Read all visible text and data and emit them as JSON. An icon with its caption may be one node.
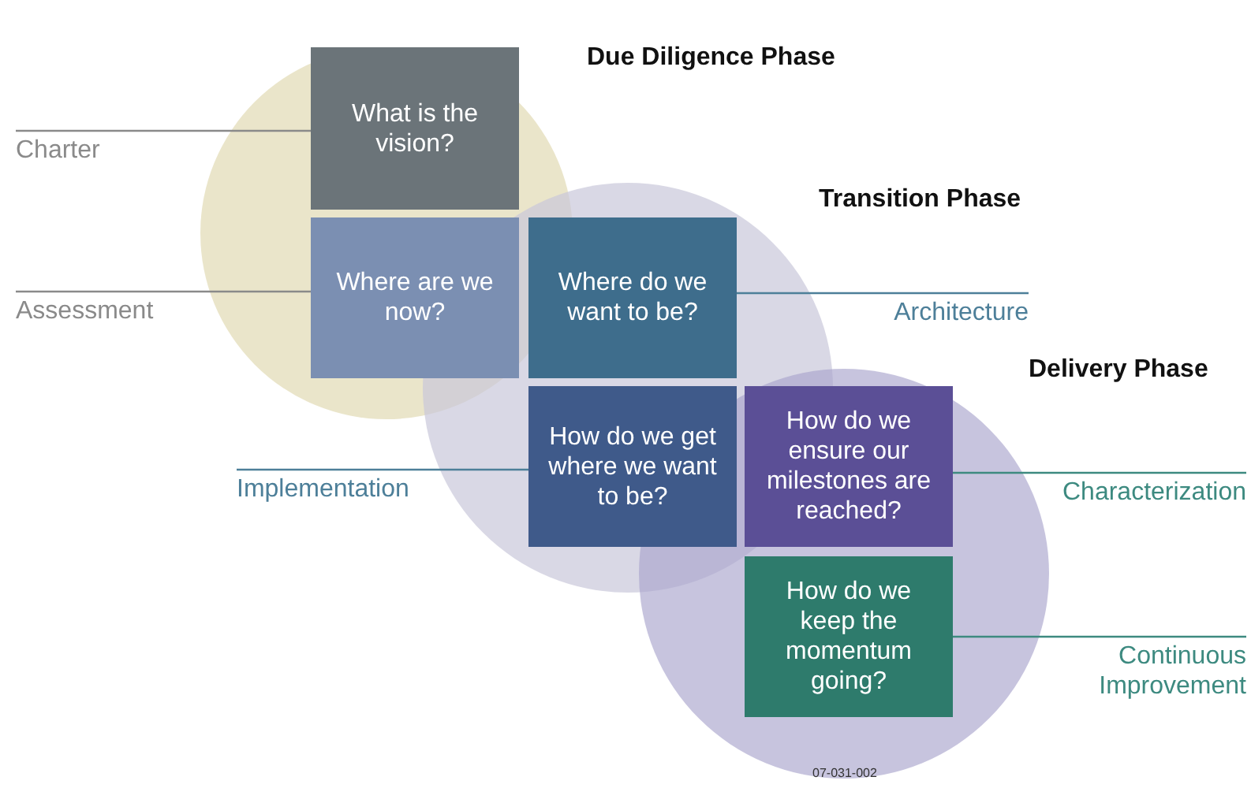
{
  "diagram": {
    "nodes": [
      {
        "text": [
          "Due Diligence Phase"
        ]
      },
      {
        "text": [
          "What is the vision?"
        ],
        "in": 0
      },
      {
        "text": [
          "Where are we now?"
        ],
        "in": 0
      },
      {
        "text": [
          "Transition Phase"
        ]
      },
      {
        "text": [
          "Where do we want to be?"
        ],
        "in": 3
      },
      {
        "text": [
          "How do we get where we want to be?"
        ],
        "in": 3
      },
      {
        "text": [
          "Delivery Phase"
        ]
      },
      {
        "text": [
          "How do we ensure our milestones are reached?"
        ],
        "in": 6
      },
      {
        "text": [
          "How do we keep the momentum going?"
        ],
        "in": 6
      },
      {
        "text": [
          "Charter"
        ]
      },
      {
        "text": [
          "Assessment"
        ]
      },
      {
        "text": [
          "Architecture"
        ]
      },
      {
        "text": [
          "Implementation"
        ]
      },
      {
        "text": [
          "Characterization"
        ]
      },
      {
        "text": [
          "Continuous Improvement"
        ]
      }
    ],
    "edges": [
      {
        "from": 9,
        "to": 1,
        "arrow": "none"
      },
      {
        "from": 10,
        "to": 2,
        "arrow": "none"
      },
      {
        "from": 11,
        "to": 4,
        "arrow": "none"
      },
      {
        "from": 12,
        "to": 5,
        "arrow": "none"
      },
      {
        "from": 13,
        "to": 7,
        "arrow": "none"
      },
      {
        "from": 14,
        "to": 8,
        "arrow": "none"
      }
    ],
    "labels": [
      "07-031-002"
    ]
  }
}
